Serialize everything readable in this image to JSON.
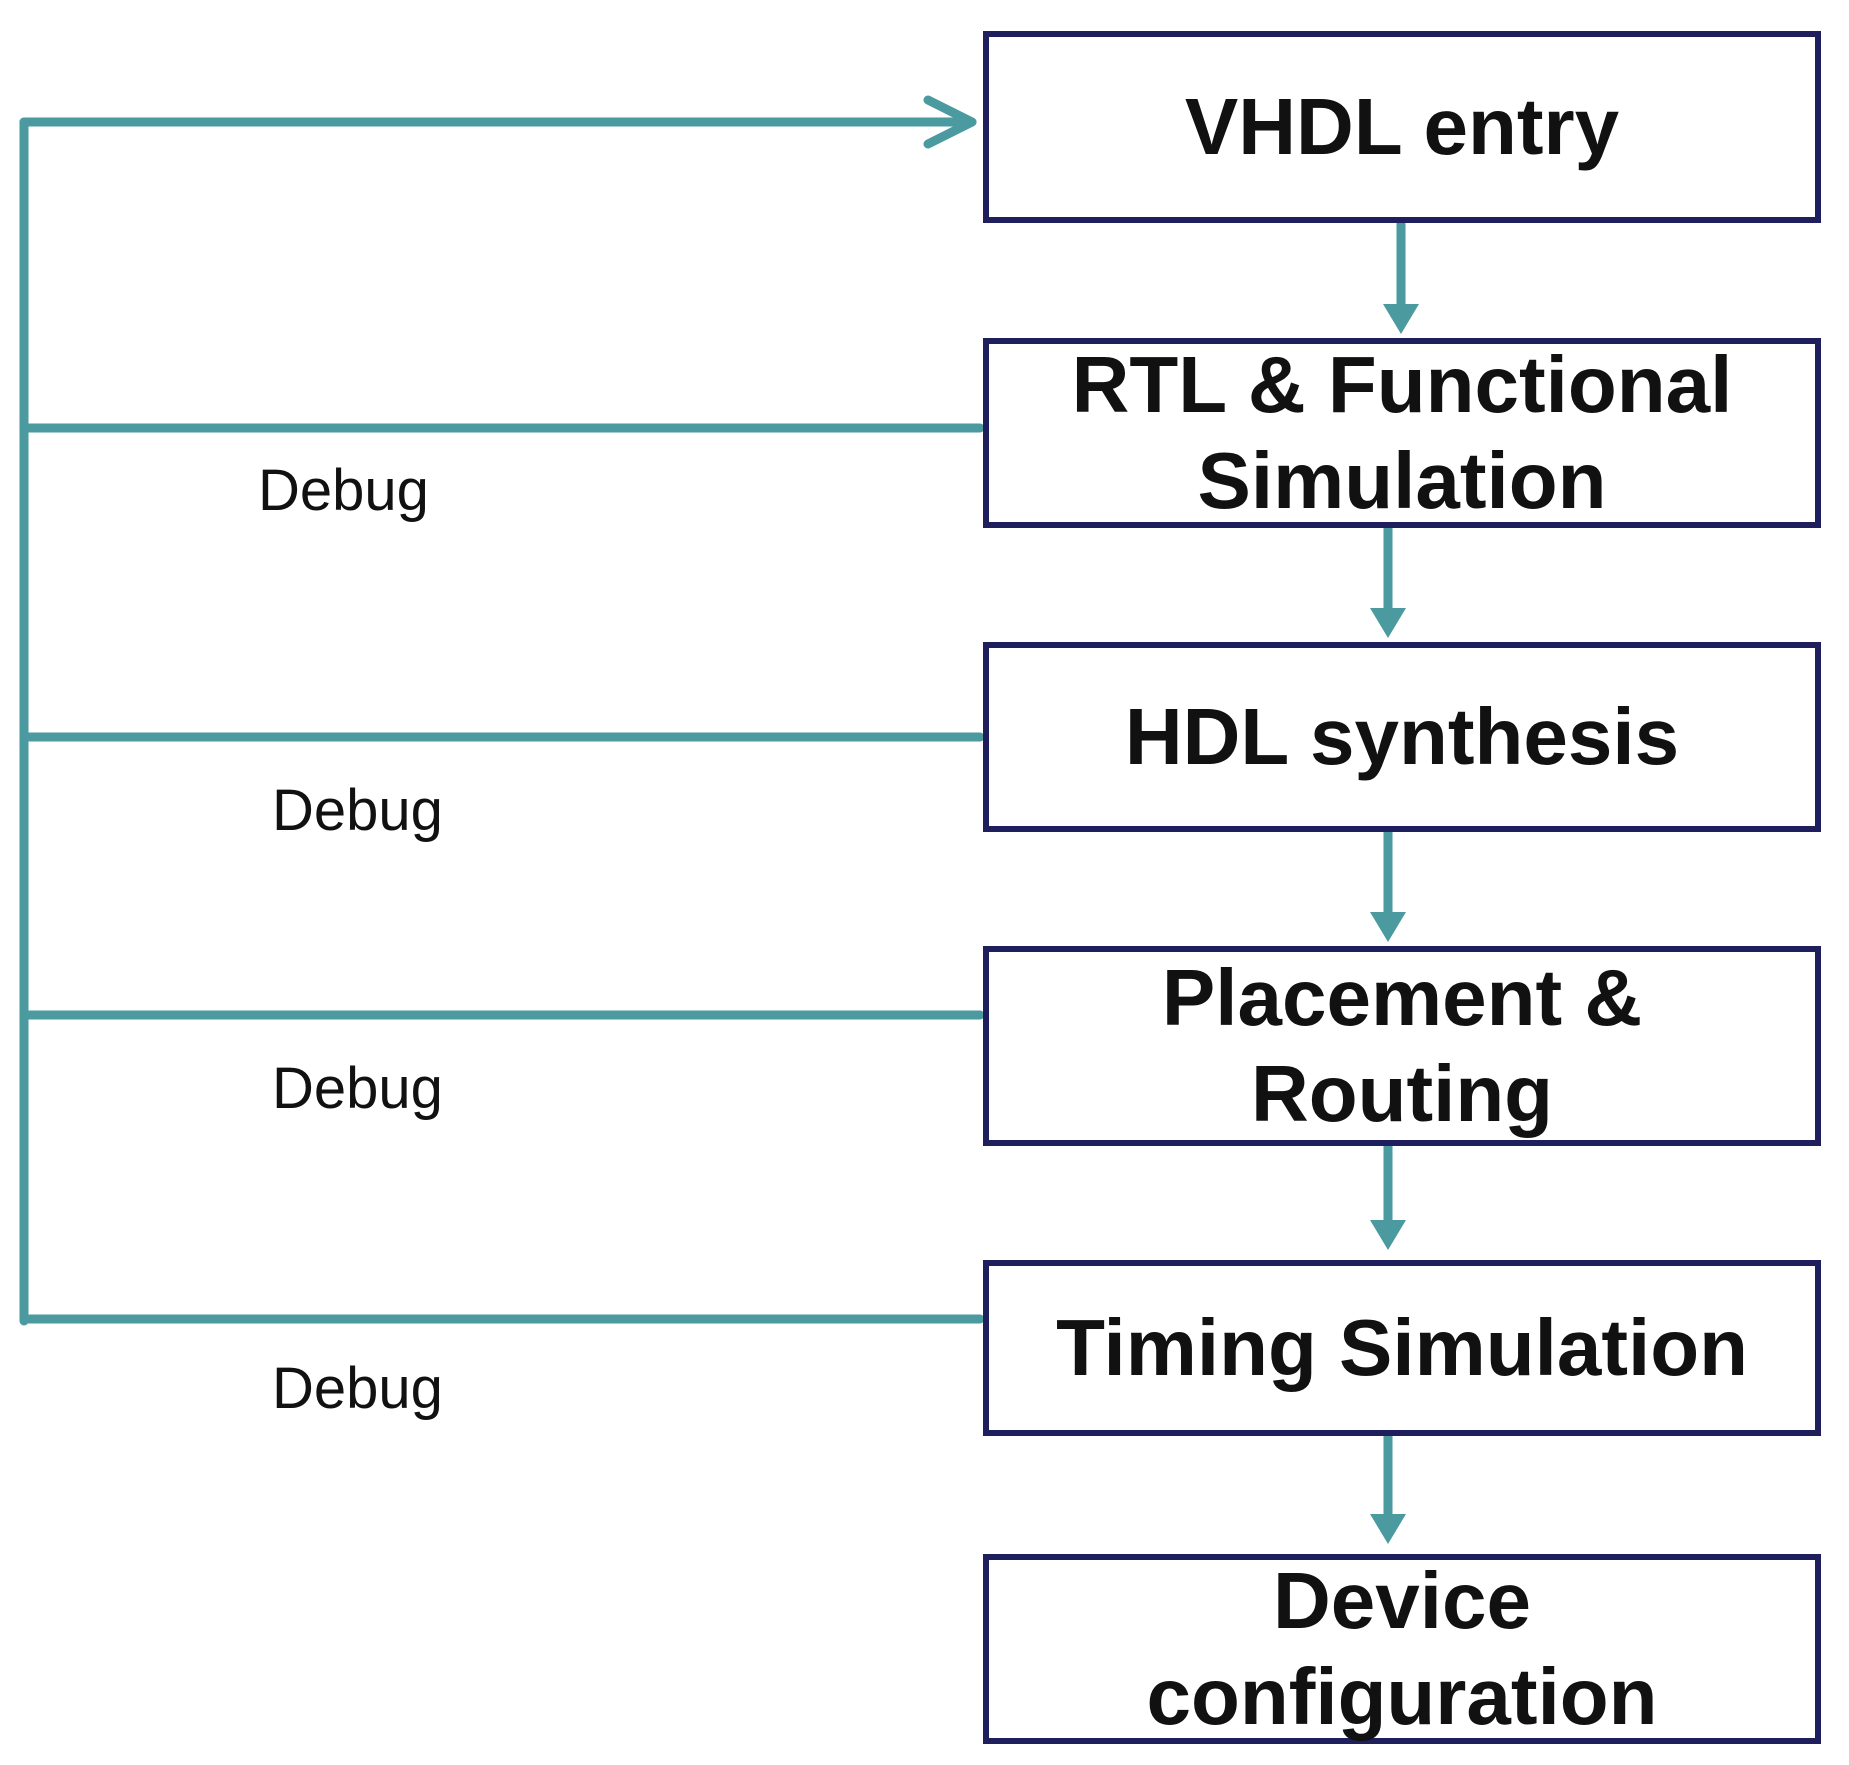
{
  "colors": {
    "connector": "#4a9aa0",
    "box_border": "#1f1f5e",
    "text": "#111111",
    "background": "#ffffff"
  },
  "steps": [
    {
      "label": "VHDL entry"
    },
    {
      "label": "RTL & Functional\nSimulation"
    },
    {
      "label": "HDL synthesis"
    },
    {
      "label": "Placement &\nRouting"
    },
    {
      "label": "Timing Simulation"
    },
    {
      "label": "Device\nconfiguration"
    }
  ],
  "feedback": {
    "debug_labels": [
      "Debug",
      "Debug",
      "Debug",
      "Debug"
    ]
  }
}
